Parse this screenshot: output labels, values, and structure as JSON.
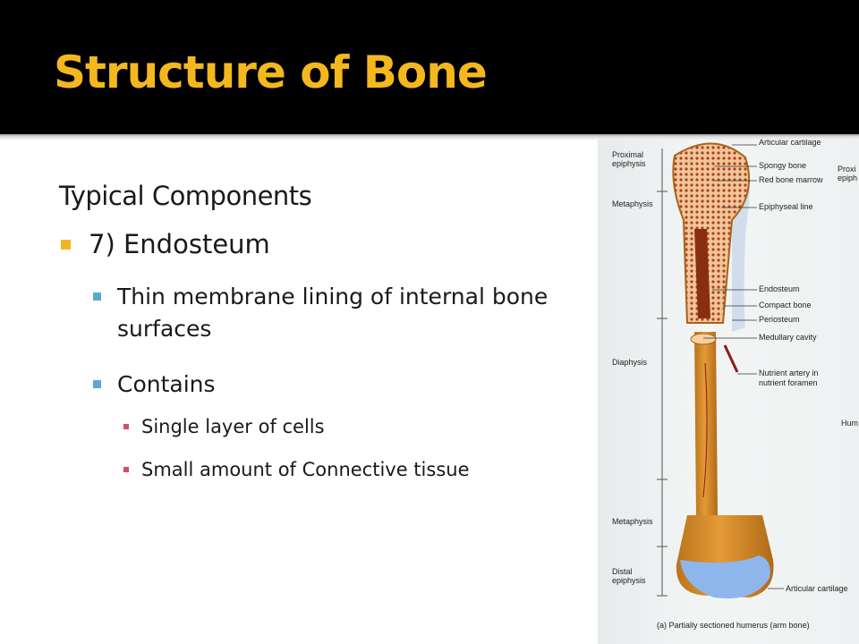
{
  "slide": {
    "title": "Structure of Bone",
    "heading": "Typical Components",
    "item": "7) Endosteum",
    "subitems": [
      "Thin membrane lining of internal bone surfaces",
      "Contains"
    ],
    "subsubitems": [
      "Single layer of cells",
      "Small amount of Connective tissue"
    ]
  },
  "figure": {
    "left_labels": [
      "Proximal",
      "epiphysis",
      "Metaphysis",
      "Diaphysis",
      "Metaphysis",
      "Distal",
      "epiphysis"
    ],
    "right_labels": [
      "Articular cartilage",
      "Spongy bone",
      "Red bone marrow",
      "Epiphyseal line",
      "Endosteum",
      "Compact bone",
      "Periosteum",
      "Medullary cavity",
      "Nutrient artery in",
      "nutrient foramen",
      "Articular cartilage"
    ],
    "edge_labels": [
      "Proxi",
      "epiph",
      "Hum"
    ],
    "caption": "(a) Partially sectioned humerus (arm bone)"
  },
  "colors": {
    "title": "#f4b81e",
    "bullet_level1": "#f0b623",
    "bullet_level2": "#5aa9cf",
    "bullet_level3": "#d94a6a"
  }
}
